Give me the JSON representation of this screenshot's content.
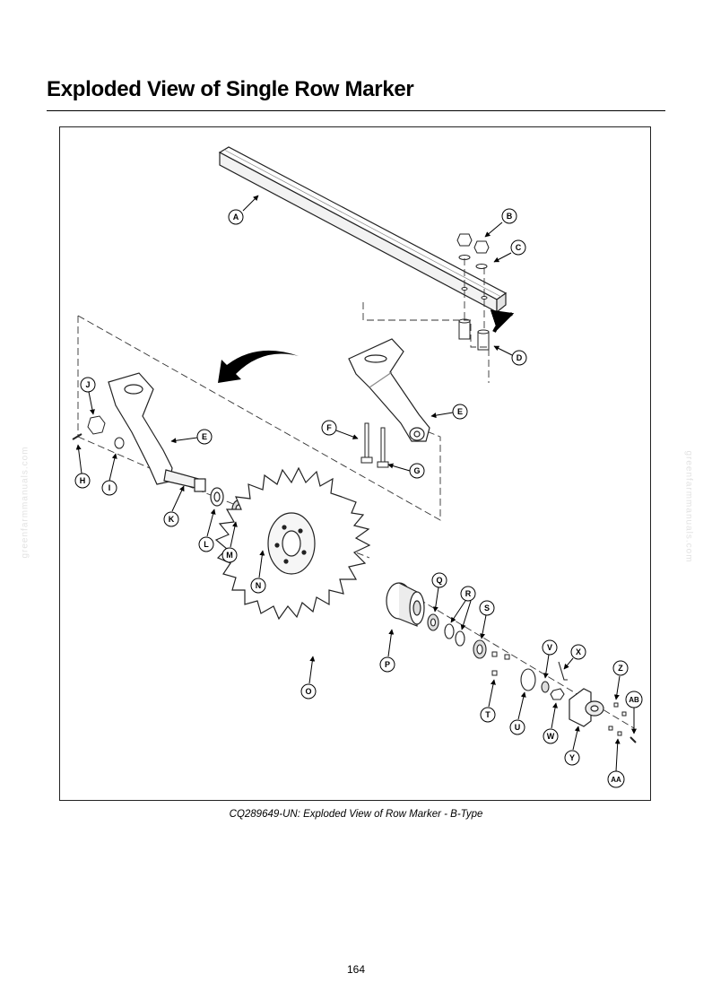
{
  "page": {
    "title": "Exploded View of Single Row Marker",
    "caption": "CQ289649-UN: Exploded View of Row Marker - B-Type",
    "page_number": "164",
    "watermark": "greenfarmmanuals.com"
  },
  "diagram": {
    "callouts": [
      "A",
      "B",
      "C",
      "D",
      "E",
      "F",
      "G",
      "H",
      "I",
      "J",
      "K",
      "L",
      "M",
      "N",
      "O",
      "P",
      "Q",
      "R",
      "S",
      "T",
      "U",
      "V",
      "W",
      "X",
      "Y",
      "Z",
      "AA",
      "AB"
    ]
  }
}
